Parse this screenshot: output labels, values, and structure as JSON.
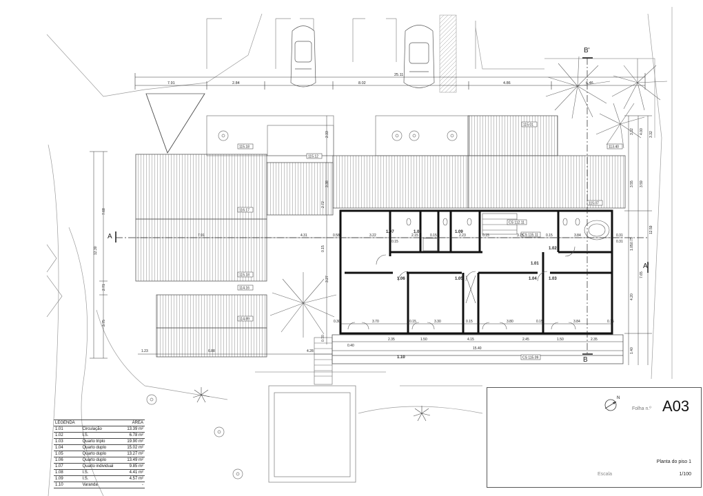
{
  "sheet": {
    "code": "A03",
    "folha_label": "Folha n.º",
    "title": "Planta do piso 1",
    "escala_label": "Escala",
    "scale": "1/100",
    "north_label": "N"
  },
  "sections": {
    "a_left": "A",
    "a_right": "A'",
    "b_top": "B'",
    "b_bottom": "B"
  },
  "legend": {
    "headers": [
      "LEGENDA",
      "ÁREA"
    ],
    "rows": [
      {
        "id": "1.01",
        "name": "Circulação",
        "area": "13.39 m²"
      },
      {
        "id": "1.02",
        "name": "I.S.",
        "area": "6.78 m²"
      },
      {
        "id": "1.03",
        "name": "Quarto triplo",
        "area": "19.90 m²"
      },
      {
        "id": "1.04",
        "name": "Quarto duplo",
        "area": "15.02 m²"
      },
      {
        "id": "1.05",
        "name": "Quarto duplo",
        "area": "13.27 m²"
      },
      {
        "id": "1.06",
        "name": "Quarto duplo",
        "area": "13.49 m²"
      },
      {
        "id": "1.07",
        "name": "Quarto individual",
        "area": "9.85 m²"
      },
      {
        "id": "1.08",
        "name": "I.S.",
        "area": "4.41 m²"
      },
      {
        "id": "1.09",
        "name": "I.S.",
        "area": "4.57 m²"
      },
      {
        "id": "1.10",
        "name": "Varanda",
        "area": "-"
      }
    ]
  },
  "room_labels": [
    "1.01",
    "1.02",
    "1.03",
    "1.04",
    "1.05",
    "1.06",
    "1.07",
    "1.08",
    "1.09",
    "1.10"
  ],
  "levels": [
    "115.18",
    "115.12",
    "115.01",
    "113.40",
    "116.17",
    "115.07",
    "115.18",
    "114.16",
    "114.89",
    "CS 112.11",
    "CS 115.11",
    "CS 115.09"
  ],
  "dims": {
    "top": [
      "25.11",
      "7.91",
      "2.84",
      "8.02",
      "4.86",
      "6.46"
    ],
    "interior_top": [
      "0.58",
      "3.22",
      "0.15",
      "2.15",
      "0.15",
      "2.23",
      "0.15",
      "3.75",
      "0.15",
      "3.84",
      "0.31",
      "7.91",
      "4.31"
    ],
    "interior_bottom": [
      "0.30",
      "3.70",
      "0.15",
      "3.30",
      "0.15",
      "3.80",
      "0.15",
      "3.84",
      "0.15"
    ],
    "balcony": [
      "0.40",
      "2.35",
      "1.50",
      "4.15",
      "2.45",
      "1.50",
      "2.35",
      "15.40"
    ],
    "left": [
      "7.68",
      "12.30",
      "3.75",
      "2.71",
      "1.23",
      "6.88",
      "4.28"
    ],
    "vertical_mid": [
      "2.33",
      "3.38",
      "2.72",
      "3.27",
      "0.15",
      "0.70"
    ],
    "right": [
      "3.32",
      "3.59",
      "12.59",
      "4.20",
      "1.05",
      "7.65",
      "3.55",
      "0.75",
      "1.40",
      "0.31",
      "4.00",
      "3.32"
    ]
  }
}
